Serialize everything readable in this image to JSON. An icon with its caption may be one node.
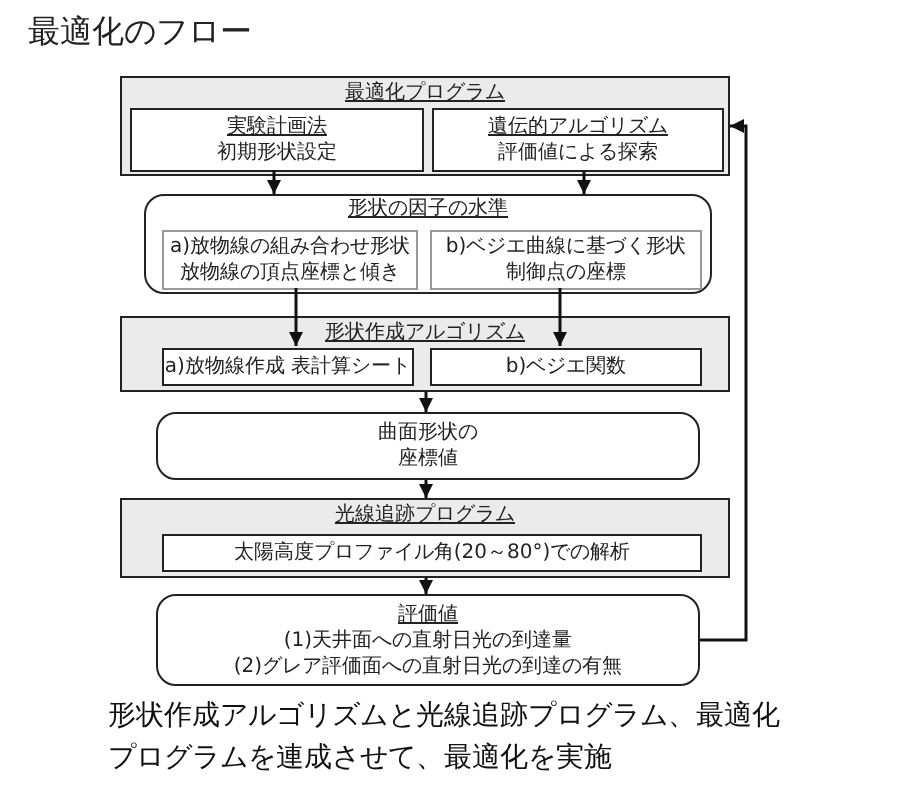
{
  "diagram": {
    "title": "最適化のフロー",
    "caption": "形状作成アルゴリズムと光線追跡プログラム、最適化プログラムを連成させて、最適化を実施",
    "nodes": [
      {
        "text": [
          "最適化プログラム"
        ]
      },
      {
        "text": [
          "実験計画法",
          "初期形状設定"
        ],
        "in": 0
      },
      {
        "text": [
          "遺伝的アルゴリズム",
          "評価値による探索"
        ],
        "in": 0
      },
      {
        "text": [
          "形状の因子の水準"
        ]
      },
      {
        "text": [
          "a)放物線の組み合わせ形状",
          "放物線の頂点座標と傾き"
        ],
        "in": 3
      },
      {
        "text": [
          "b)ベジエ曲線に基づく形状",
          "制御点の座標"
        ],
        "in": 3
      },
      {
        "text": [
          "形状作成アルゴリズム"
        ]
      },
      {
        "text": [
          "a)放物線作成 表計算シート"
        ],
        "in": 6
      },
      {
        "text": [
          "b)ベジエ関数"
        ],
        "in": 6
      },
      {
        "text": [
          "曲面形状の座標値"
        ]
      },
      {
        "text": [
          "光線追跡プログラム"
        ]
      },
      {
        "text": [
          "太陽高度プロファイル角(20～80°)での解析"
        ],
        "in": 10
      },
      {
        "text": [
          "評価値",
          "(1)天井面への直射日光の到達量",
          "(2)グレア評価面への直射日光の到達の有無"
        ]
      }
    ],
    "edges": [
      {
        "from": 1,
        "to": 3,
        "arrow": "to"
      },
      {
        "from": 2,
        "to": 3,
        "arrow": "to"
      },
      {
        "from": 4,
        "to": 7,
        "arrow": "to"
      },
      {
        "from": 5,
        "to": 8,
        "arrow": "to"
      },
      {
        "from": 6,
        "to": 9,
        "arrow": "to"
      },
      {
        "from": 9,
        "to": 10,
        "arrow": "to"
      },
      {
        "from": 10,
        "to": 12,
        "arrow": "to"
      },
      {
        "from": 12,
        "to": 0,
        "arrow": "to"
      }
    ]
  }
}
